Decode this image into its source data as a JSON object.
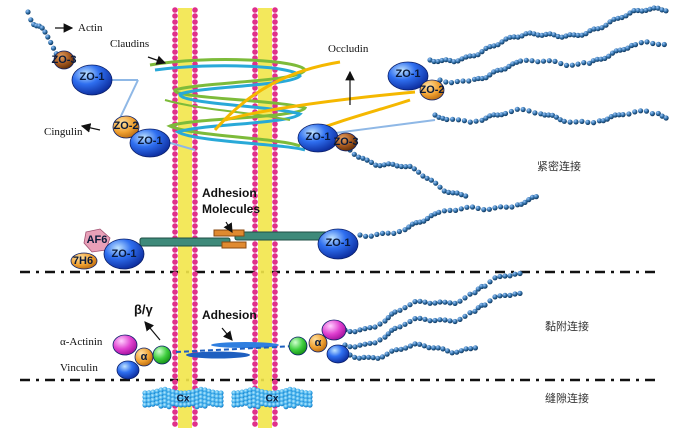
{
  "labels": {
    "actin": "Actin",
    "claudins": "Claudins",
    "occludin": "Occludin",
    "cingulin": "Cingulin",
    "adhesion_molecules_1": "Adhesion",
    "adhesion_molecules_2": "Molecules",
    "beta_gamma": "β/γ",
    "adhesion": "Adhesion",
    "alpha_actinin": "α-Actinin",
    "vinculin": "Vinculin",
    "alpha": "α"
  },
  "proteins": {
    "zo1": "ZO-1",
    "zo2": "ZO-2",
    "zo3": "ZO-3",
    "af6": "AF6",
    "h7h6": "7H6",
    "cx": "Cx"
  },
  "zones": {
    "tight_junction": "紧密连接",
    "adherens_junction": "黏附连接",
    "gap_junction": "缝隙连接"
  },
  "colors": {
    "zo1_blue": "#1f4fd8",
    "orange": "#f0a030",
    "brown": "#a0541c",
    "membrane_pink": "#e0308a",
    "membrane_yellow": "#f2e64a",
    "claudin_green": "#7dbb3a",
    "claudin_cyan": "#29a9d8",
    "occludin_yellow": "#f5b800",
    "actin_blue": "#2e6da4",
    "vinculin_blue": "#1e5fc0",
    "alpha_actinin_magenta": "#e040d0",
    "green": "#3fcf3f",
    "af6_pink": "#e8a0b8"
  }
}
